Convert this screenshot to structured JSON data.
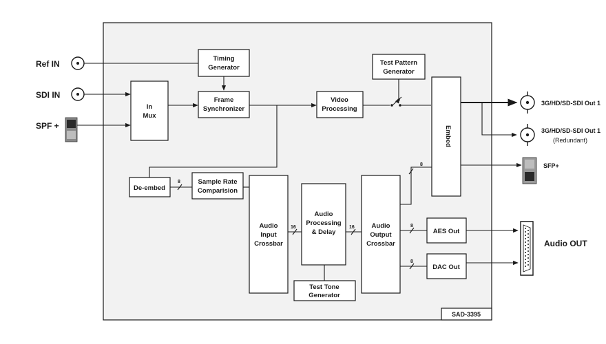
{
  "model": "SAD-3395",
  "inputs": {
    "ref_in": "Ref IN",
    "sdi_in": "SDI IN",
    "spf": "SPF +"
  },
  "blocks": {
    "timing_1": "Timing",
    "timing_2": "Generator",
    "in_mux_1": "In",
    "in_mux_2": "Mux",
    "frame_sync_1": "Frame",
    "frame_sync_2": "Synchronizer",
    "video_1": "Video",
    "video_2": "Processing",
    "test_pattern_1": "Test Pattern",
    "test_pattern_2": "Generator",
    "embed": "Embed",
    "de_embed": "De-embed",
    "src_1": "Sample Rate",
    "src_2": "Comparision",
    "aic_1": "Audio",
    "aic_2": "Input",
    "aic_3": "Crossbar",
    "apd_1": "Audio",
    "apd_2": "Processing",
    "apd_3": "& Delay",
    "aoc_1": "Audio",
    "aoc_2": "Output",
    "aoc_3": "Crossbar",
    "test_tone_1": "Test Tone",
    "test_tone_2": "Generator",
    "aes_out": "AES Out",
    "dac_out": "DAC Out"
  },
  "bus_widths": {
    "de_embed_src": "8",
    "aic_apd": "16",
    "apd_aoc": "16",
    "aoc_embed": "8",
    "aoc_aes": "8",
    "aoc_dac": "8"
  },
  "outputs": {
    "sdi_out_1": "3G/HD/SD-SDI Out 1",
    "sdi_out_1_red": "3G/HD/SD-SDI Out 1",
    "redundant": "(Redundant)",
    "sfp_out": "SFP+",
    "audio_out": "Audio OUT"
  }
}
